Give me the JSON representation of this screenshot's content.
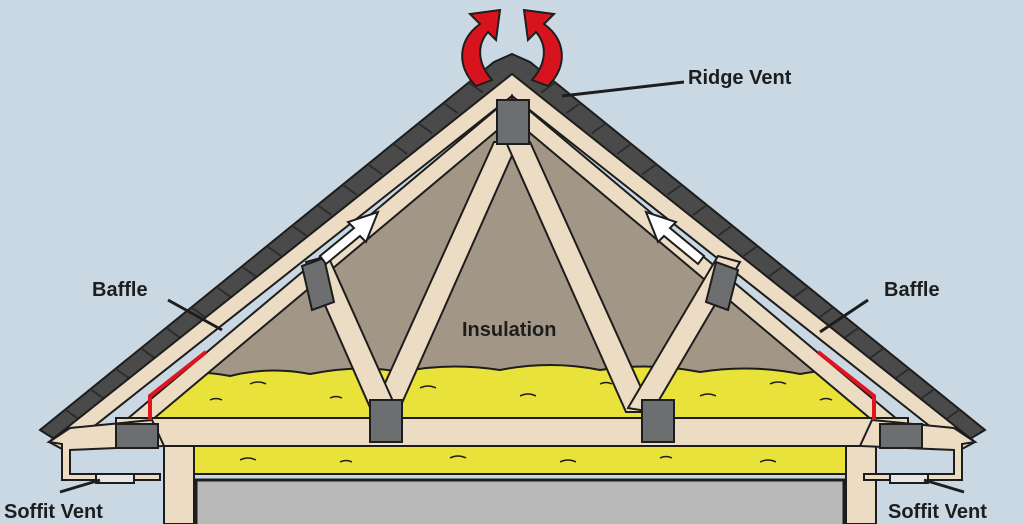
{
  "labels": {
    "ridge_vent": "Ridge Vent",
    "baffle_left": "Baffle",
    "baffle_right": "Baffle",
    "insulation": "Insulation",
    "soffit_vent_left": "Soffit Vent",
    "soffit_vent_right": "Soffit Vent"
  },
  "colors": {
    "sky": "#c9d8e3",
    "attic_space": "#a29786",
    "wood": "#ecdcc4",
    "shingle": "#4a4a4a",
    "insulation": "#e8e23a",
    "block": "#6d6e70",
    "exhaust_arrow": "#d7141e",
    "intake_arrow": "#ffffff",
    "baffle_line": "#e0141e",
    "wall_interior": "#b9b9b9",
    "outline": "#1d1d1d"
  },
  "icons": [
    "exhaust-arrow-icon",
    "airflow-arrow-icon"
  ]
}
